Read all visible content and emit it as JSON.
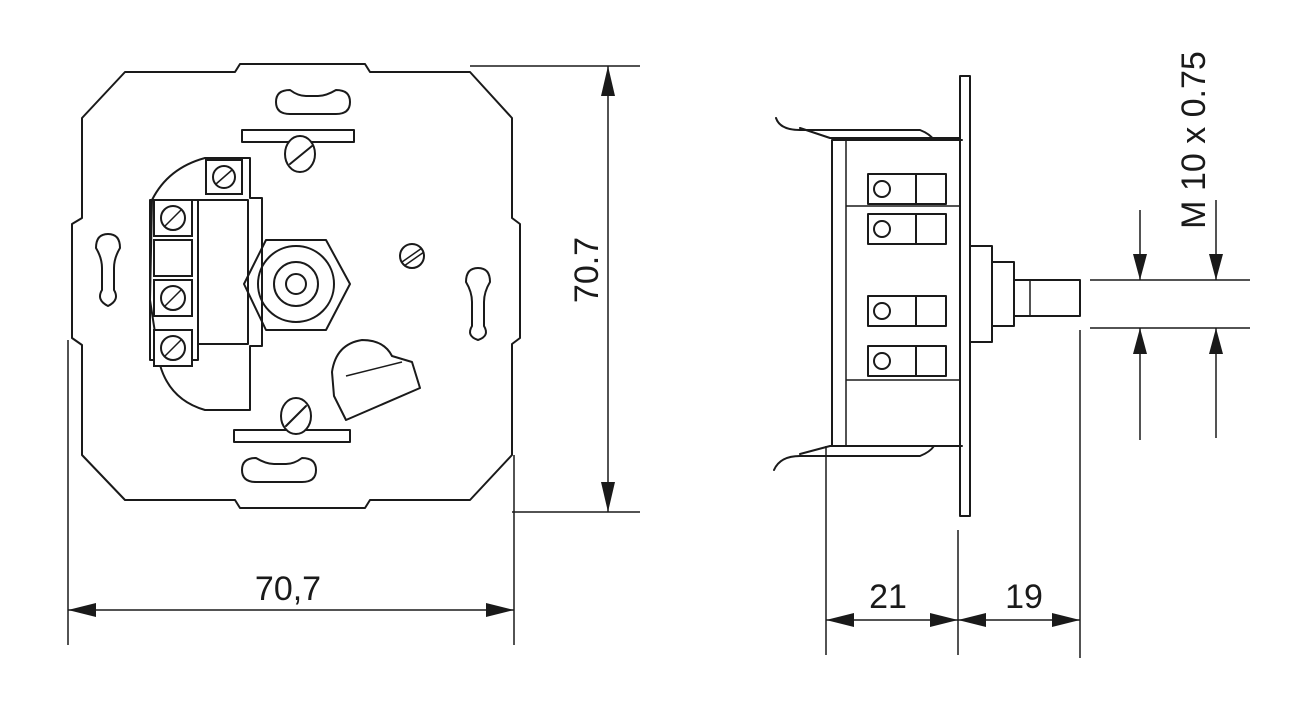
{
  "front_view": {
    "width_label": "70,7",
    "height_label": "70.7"
  },
  "side_view": {
    "depth_label": "21",
    "shaft_label": "19",
    "thread_label": "M 10 x 0.75"
  }
}
